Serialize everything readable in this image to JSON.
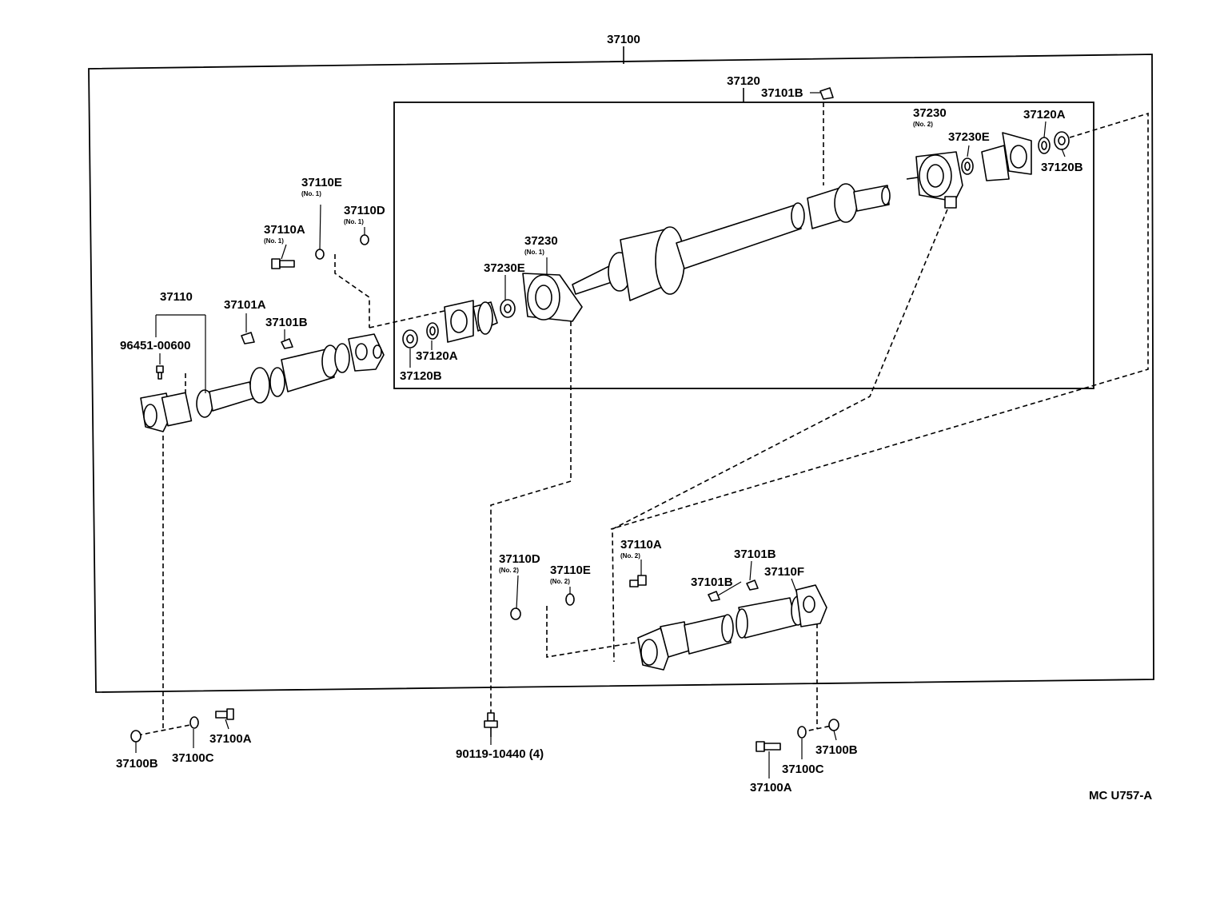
{
  "diagram": {
    "labels": {
      "asm_37100": "37100",
      "asm_37120": "37120",
      "p_37101B_top": "37101B",
      "p_37230_no2": "37230",
      "no2_37230": "(No. 2)",
      "p_37230E_right": "37230E",
      "p_37120A_right": "37120A",
      "p_37120B_right": "37120B",
      "p_37110E_no1": "37110E",
      "no1_37110E": "(No. 1)",
      "p_37110D_no1": "37110D",
      "no1_37110D": "(No. 1)",
      "p_37110A_no1": "37110A",
      "no1_37110A": "(No. 1)",
      "p_37230_no1": "37230",
      "no1_37230": "(No. 1)",
      "p_37230E_left": "37230E",
      "p_37110": "37110",
      "p_37101A": "37101A",
      "p_37101B_mid": "37101B",
      "p_96451": "96451-00600",
      "p_37120A_left": "37120A",
      "p_37120B_left": "37120B",
      "p_37110A_no2": "37110A",
      "no2_37110A": "(No. 2)",
      "p_37101B_low1": "37101B",
      "p_37110D_no2": "37110D",
      "no2_37110D": "(No. 2)",
      "p_37110E_no2": "37110E",
      "no2_37110E": "(No. 2)",
      "p_37101B_low2": "37101B",
      "p_37110F": "37110F",
      "p_37100B_left": "37100B",
      "p_37100C_left": "37100C",
      "p_37100A_left": "37100A",
      "p_90119": "90119-10440 (4)",
      "p_37100A_right": "37100A",
      "p_37100C_right": "37100C",
      "p_37100B_right": "37100B",
      "ref_code": "MC U757-A"
    }
  }
}
